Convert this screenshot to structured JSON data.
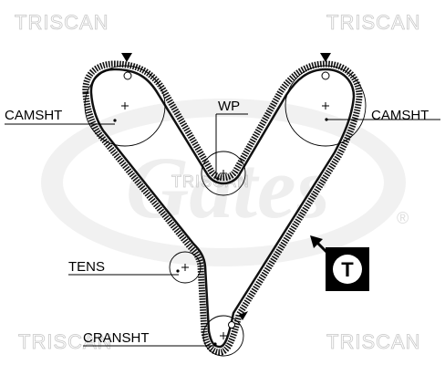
{
  "watermarks": {
    "top_left": "TRISCAN",
    "top_right": "TRISCAN",
    "center": "TRISCAN",
    "bottom_left": "TRISCAN",
    "bottom_right": "TRISCAN",
    "brand_mark": "Gates",
    "registered": "®"
  },
  "labels": {
    "camshaft_left": "CAMSHT",
    "camshaft_right": "CAMSHT",
    "water_pump": "WP",
    "tensioner": "TENS",
    "crankshaft": "CRANSHT"
  },
  "badge": {
    "text": "T"
  },
  "colors": {
    "belt": "#111111",
    "watermark": "#c8c8c8",
    "background": "#ffffff"
  }
}
